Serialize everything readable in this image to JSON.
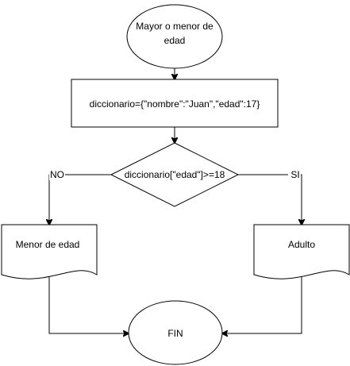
{
  "diagram": {
    "nodes": {
      "start": {
        "shape": "ellipse",
        "lines": [
          "Mayor o menor de",
          "edad"
        ]
      },
      "assign": {
        "shape": "rectangle",
        "lines": [
          "diccionario={\"nombre\":\"Juan\",\"edad\":17}"
        ]
      },
      "decision": {
        "shape": "diamond",
        "lines": [
          "diccionario[\"edad\"]>=18"
        ]
      },
      "minor": {
        "shape": "document",
        "lines": [
          "Menor de edad"
        ]
      },
      "adult": {
        "shape": "document",
        "lines": [
          "Adulto"
        ]
      },
      "end": {
        "shape": "ellipse",
        "lines": [
          "FIN"
        ]
      }
    },
    "edges": {
      "no": {
        "from": "decision",
        "to": "minor",
        "label": "NO"
      },
      "yes": {
        "from": "decision",
        "to": "adult",
        "label": "SI"
      }
    },
    "colors": {
      "stroke": "#000000",
      "fill": "#ffffff",
      "text": "#000000"
    }
  }
}
